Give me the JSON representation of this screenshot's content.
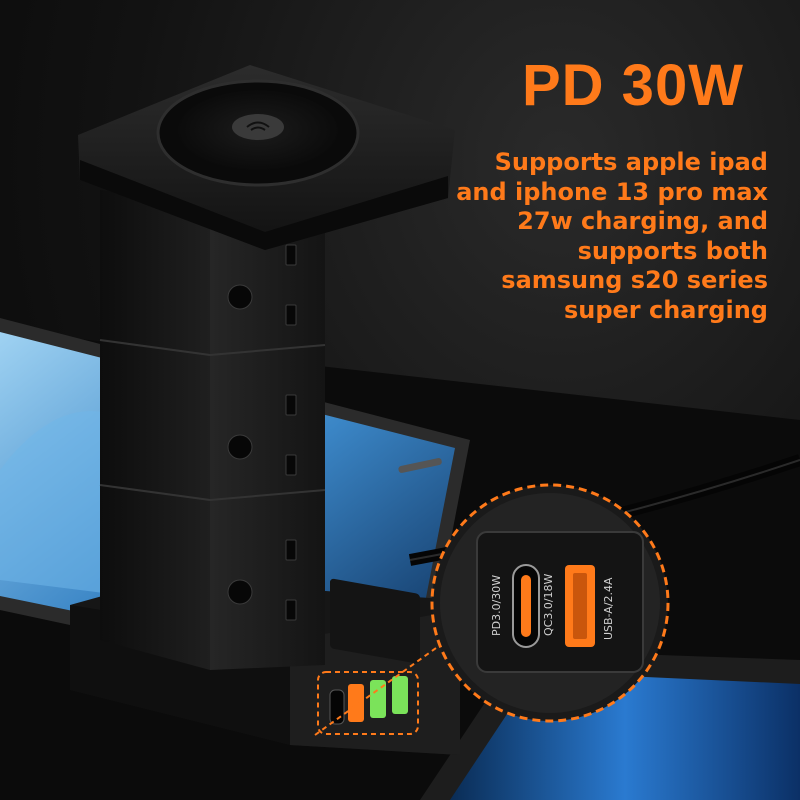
{
  "headline": "PD 30W",
  "description_lines": [
    "Supports apple ipad",
    "and iphone 13 pro max",
    "27w charging, and",
    "supports both",
    "samsung s20 series",
    "super charging"
  ],
  "port_labels": [
    "PD3.0/30W",
    "QC3.0/18W",
    "USB-A/2.4A"
  ],
  "colors": {
    "accent": "#ff7a1a",
    "tower": "#1b1b1b",
    "usb_green": "#7be35a"
  }
}
